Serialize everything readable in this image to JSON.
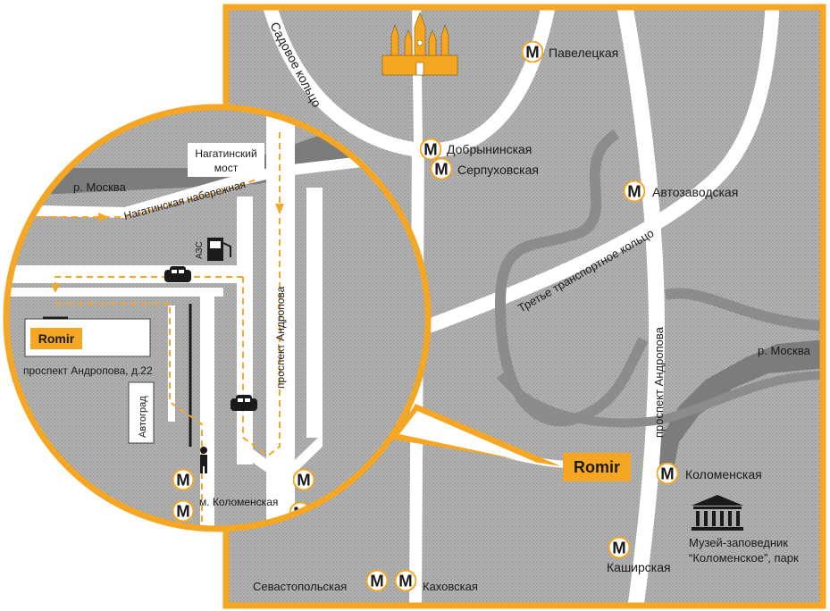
{
  "colors": {
    "accent": "#f5a623",
    "map_gray": "#a8a8a8",
    "river_gray": "#7c7c7c",
    "road": "#ffffff",
    "text": "#1a1a1a"
  },
  "brand": {
    "logo_text": "Romir"
  },
  "map": {
    "roads": {
      "garden_ring": "Садовое кольцо",
      "third_ring": "Третье транспортное кольцо",
      "andropova": "проспект Андропова"
    },
    "river": "р. Москва",
    "metro_stations": [
      {
        "name": "Павелецкая"
      },
      {
        "name": "Добрынинская"
      },
      {
        "name": "Серпуховская"
      },
      {
        "name": "Автозаводская"
      },
      {
        "name": "Коломенская"
      },
      {
        "name": "Каширская"
      },
      {
        "name": "Севастопольская"
      },
      {
        "name": "Каховская"
      }
    ],
    "museum": {
      "line1": "Музей-заповедник",
      "line2": "“Коломенское”, парк"
    }
  },
  "inset": {
    "bridge_line1": "Нагатинский",
    "bridge_line2": "мост",
    "embankment": "Нагатинская набережная",
    "river": "р. Москва",
    "gas_station": "АЗС",
    "andropova": "проспект Андропова",
    "office_address": "проспект Андропова, д.22",
    "autograd": "Автоград",
    "metro_kolomenskaya": "м. Коломенская"
  },
  "metro_glyph": "M"
}
